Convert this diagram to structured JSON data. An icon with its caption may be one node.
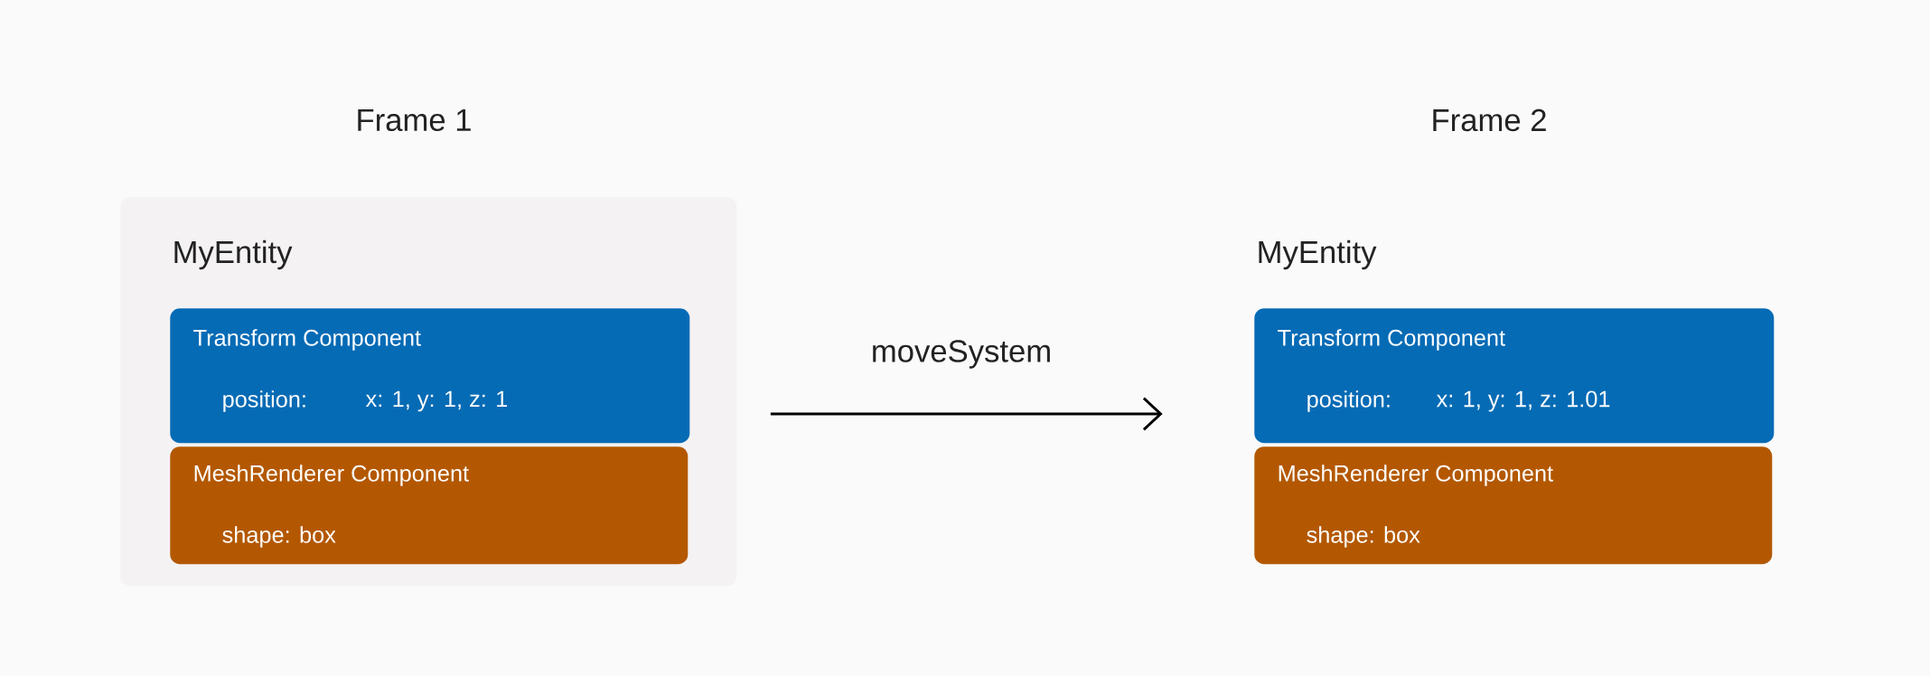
{
  "diagram": {
    "nodes": [
      {
        "text": [
          "Frame 1",
          "MyEntity"
        ]
      },
      {
        "text": [
          "Transform Component",
          "position:",
          "x: 1, y: 1, z: 1"
        ],
        "in": 0
      },
      {
        "text": [
          "MeshRenderer Component",
          "shape: box"
        ],
        "in": 0
      },
      {
        "text": [
          "Frame 2",
          "MyEntity"
        ]
      },
      {
        "text": [
          "Transform Component",
          "position:",
          "x: 1, y: 1, z: 1.01"
        ]
      },
      {
        "text": [
          "MeshRenderer Component",
          "shape: box"
        ]
      }
    ],
    "edges": [
      {
        "from": 0,
        "to": 4,
        "arrow": "to",
        "label": "moveSystem"
      }
    ]
  }
}
